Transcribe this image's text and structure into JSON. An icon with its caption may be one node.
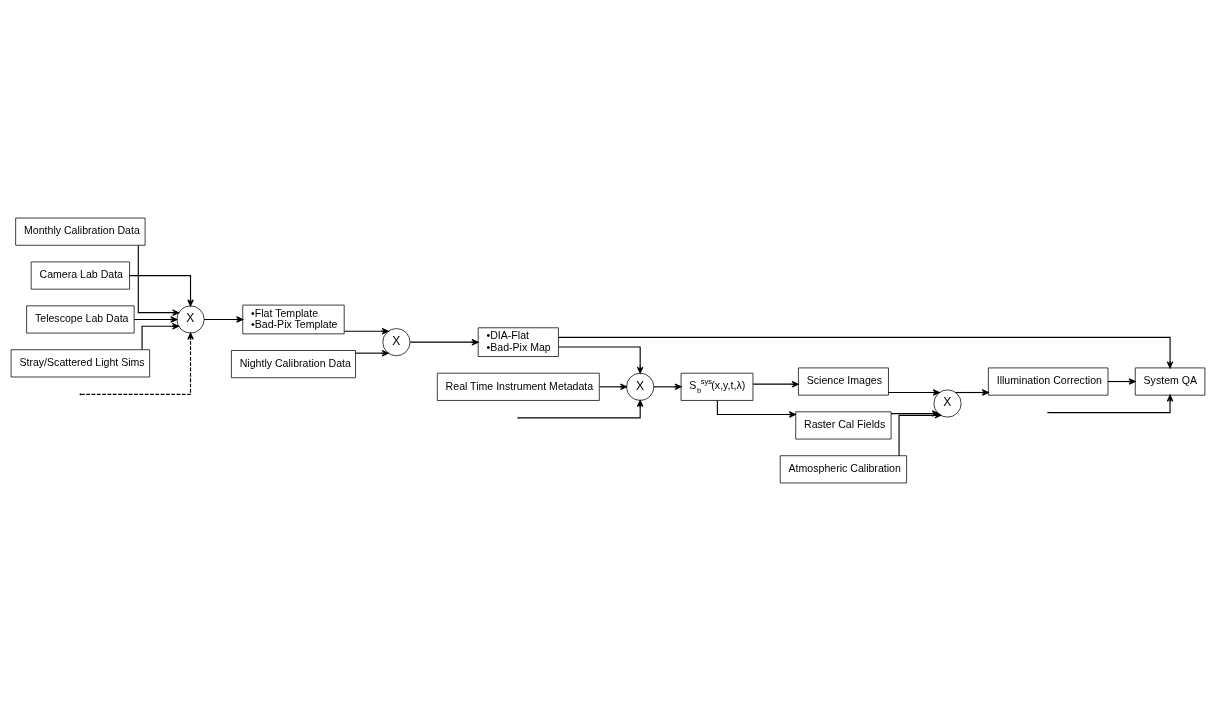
{
  "diagram": {
    "nodes": [
      {
        "text": [
          "Monthly Calibration Data"
        ]
      },
      {
        "text": [
          "Camera Lab Data"
        ]
      },
      {
        "text": [
          "Telescope Lab Data"
        ]
      },
      {
        "text": [
          "Stray/Scattered Light Sims"
        ]
      },
      {
        "text": [
          "X"
        ]
      },
      {
        "text": [
          "•Flat Template",
          "•Bad-Pix Template"
        ]
      },
      {
        "text": [
          "Nightly Calibration Data"
        ]
      },
      {
        "text": [
          "X"
        ]
      },
      {
        "text": [
          "•DIA-Flat",
          "•Bad-Pix Map"
        ]
      },
      {
        "text": [
          "Real Time Instrument Metadata"
        ]
      },
      {
        "text": [
          "System QA"
        ]
      },
      {
        "text": [
          "X"
        ]
      },
      {
        "text": [
          "S$_{b}$$^{sys}$(x,y,t,λ)"
        ]
      },
      {
        "text": [
          "Science Images"
        ]
      },
      {
        "text": [
          "Raster Cal Fields"
        ]
      },
      {
        "text": [
          "X"
        ]
      },
      {
        "text": [
          "Illumination Correction"
        ]
      },
      {
        "text": [
          "Atmospheric Calibration"
        ]
      }
    ],
    "edges": [
      {
        "from": 0,
        "to": 4,
        "arrow": "to"
      },
      {
        "from": 1,
        "to": 4,
        "arrow": "to"
      },
      {
        "from": 2,
        "to": 4,
        "arrow": "to"
      },
      {
        "from": 3,
        "to": 4,
        "arrow": "to"
      },
      {
        "from": null,
        "to": 4,
        "arrow": "to",
        "style": "dashed"
      },
      {
        "from": 4,
        "to": 5,
        "arrow": "to"
      },
      {
        "from": 5,
        "to": 7,
        "arrow": "to"
      },
      {
        "from": 6,
        "to": 7,
        "arrow": "to"
      },
      {
        "from": 7,
        "to": 8,
        "arrow": "to"
      },
      {
        "from": 8,
        "to": 10,
        "arrow": "to"
      },
      {
        "from": 8,
        "to": 11,
        "arrow": "to"
      },
      {
        "from": 9,
        "to": 11,
        "arrow": "to"
      },
      {
        "from": null,
        "to": 11,
        "arrow": "to"
      },
      {
        "from": 11,
        "to": 12,
        "arrow": "to"
      },
      {
        "from": 12,
        "to": 13,
        "arrow": "to"
      },
      {
        "from": 12,
        "to": 14,
        "arrow": "to"
      },
      {
        "from": 13,
        "to": 15,
        "arrow": "to"
      },
      {
        "from": 14,
        "to": 15,
        "arrow": "to"
      },
      {
        "from": 17,
        "to": 15,
        "arrow": "to"
      },
      {
        "from": 15,
        "to": 16,
        "arrow": "to"
      },
      {
        "from": 16,
        "to": 10,
        "arrow": "to"
      },
      {
        "from": null,
        "to": 10,
        "arrow": "to"
      }
    ]
  }
}
